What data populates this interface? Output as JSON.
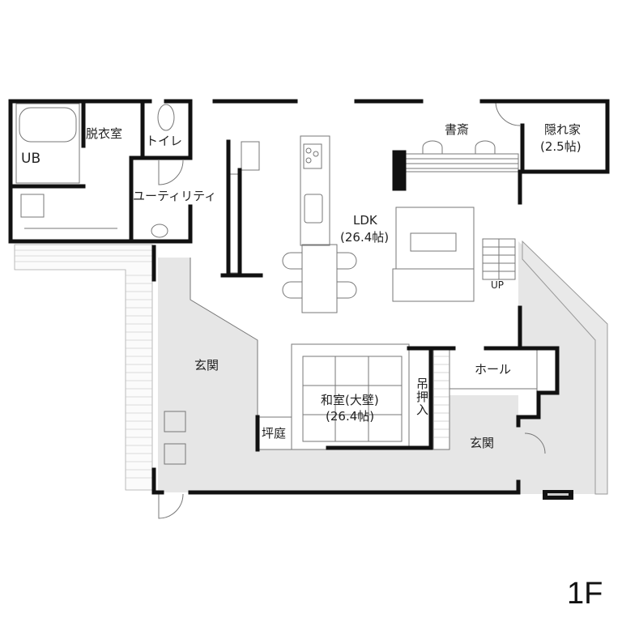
{
  "plan": {
    "floor_label": "1F",
    "colors": {
      "wall": "#111111",
      "outdoor_gray": "#e6e6e6",
      "line": "#888888",
      "deck": "#f2f2f2",
      "background": "#ffffff"
    },
    "rooms": [
      {
        "id": "ub",
        "label": "UB"
      },
      {
        "id": "dressing",
        "label": "脱衣室"
      },
      {
        "id": "toilet",
        "label": "トイレ"
      },
      {
        "id": "utility",
        "label": "ユーティリティ"
      },
      {
        "id": "study",
        "label": "書斎"
      },
      {
        "id": "hideaway",
        "label": "隠れ家",
        "size": "(2.5帖)"
      },
      {
        "id": "ldk",
        "label": "LDK",
        "size": "(26.4帖)"
      },
      {
        "id": "stair",
        "label": "UP"
      },
      {
        "id": "entrance_left",
        "label": "玄関"
      },
      {
        "id": "tsuboniwa",
        "label": "坪庭"
      },
      {
        "id": "washitsu",
        "label": "和室(大壁)",
        "size": "(26.4帖)"
      },
      {
        "id": "closet",
        "label": "吊押入"
      },
      {
        "id": "hall",
        "label": "ホール"
      },
      {
        "id": "entrance_right",
        "label": "玄関"
      }
    ]
  }
}
